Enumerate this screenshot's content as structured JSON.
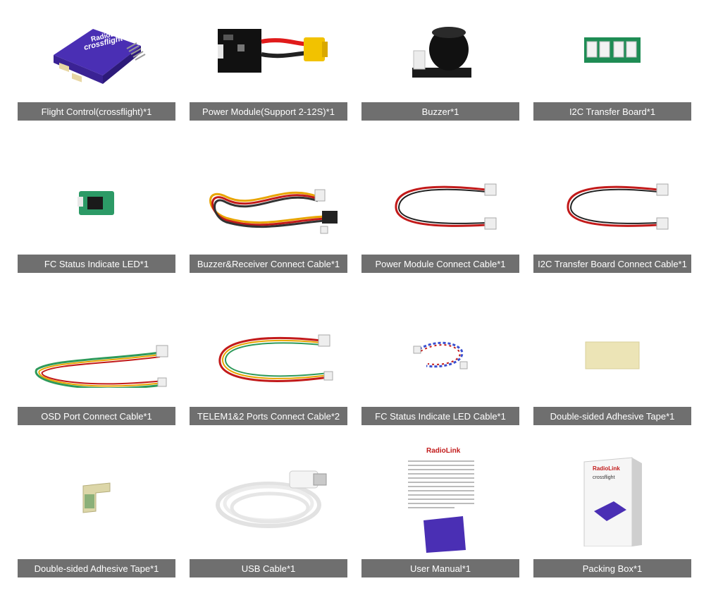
{
  "items": [
    {
      "label": "Flight Control(crossflight)*1",
      "icon": "flight-controller-icon"
    },
    {
      "label": "Power Module(Support 2-12S)*1",
      "icon": "power-module-icon"
    },
    {
      "label": "Buzzer*1",
      "icon": "buzzer-icon"
    },
    {
      "label": "I2C Transfer Board*1",
      "icon": "i2c-board-icon"
    },
    {
      "label": "FC Status Indicate LED*1",
      "icon": "led-module-icon"
    },
    {
      "label": "Buzzer&Receiver Connect Cable*1",
      "icon": "twisted-cable-icon"
    },
    {
      "label": "Power Module Connect Cable*1",
      "icon": "power-cable-icon"
    },
    {
      "label": "I2C Transfer Board Connect Cable*1",
      "icon": "i2c-cable-icon"
    },
    {
      "label": "OSD Port Connect Cable*1",
      "icon": "osd-cable-icon"
    },
    {
      "label": "TELEM1&2 Ports Connect Cable*2",
      "icon": "telem-cable-icon"
    },
    {
      "label": "FC Status Indicate LED Cable*1",
      "icon": "led-cable-icon"
    },
    {
      "label": "Double-sided Adhesive Tape*1",
      "icon": "adhesive-tape-icon"
    },
    {
      "label": "Double-sided Adhesive Tape*1",
      "icon": "adhesive-pad-icon"
    },
    {
      "label": "USB Cable*1",
      "icon": "usb-cable-icon"
    },
    {
      "label": "User Manual*1",
      "icon": "user-manual-icon"
    },
    {
      "label": "Packing Box*1",
      "icon": "packing-box-icon"
    }
  ],
  "brand": {
    "fc_text": "crossflight",
    "fc_logo": "RadioLink",
    "manual_logo": "RadioLink",
    "box_logo": "RadioLink",
    "box_text": "crossflight"
  },
  "colors": {
    "label_bg": "#6f6f6f",
    "fc_purple": "#4a2fb4"
  }
}
